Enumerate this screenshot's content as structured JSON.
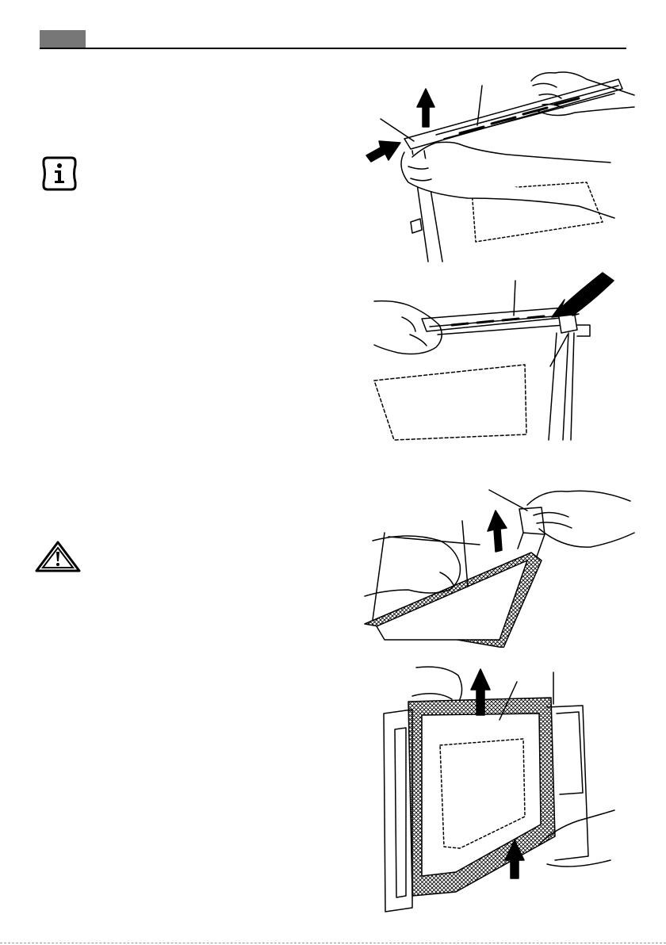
{
  "page": {
    "header_tab_color": "#777777",
    "rule_color": "#000000"
  },
  "icons": [
    {
      "name": "info-icon",
      "glyph": "i"
    },
    {
      "name": "warning-icon",
      "glyph": "!"
    }
  ],
  "figures": [
    {
      "name": "figure-remove-trim-strip",
      "callout_lines": 2,
      "arrows": 2
    },
    {
      "name": "figure-trim-strip-hinge",
      "callout_lines": 2,
      "arrows": 1
    },
    {
      "name": "figure-lift-glass-panel",
      "callout_lines": 2,
      "arrows": 1
    },
    {
      "name": "figure-remove-inner-panel",
      "callout_lines": 2,
      "arrows": 2
    }
  ]
}
